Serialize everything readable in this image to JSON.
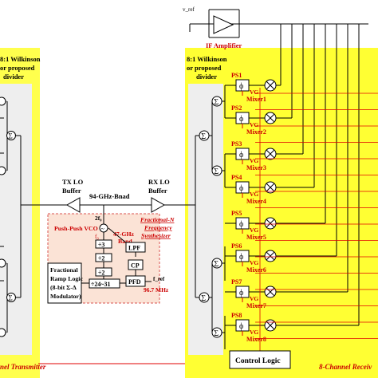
{
  "header": {
    "if_amplifier_label": "IF Amplifier",
    "vref_label": "v_ref"
  },
  "transmitter": {
    "divider_label_line1": "8:1 Wilkinson",
    "divider_label_line2": "or proposed",
    "divider_label_line3": "divider",
    "bottom_label": "nel Transmitter",
    "sum_symbol": "Σ"
  },
  "center": {
    "tx_lo_buffer_line1": "TX LO",
    "tx_lo_buffer_line2": "Buffer",
    "rx_lo_buffer_line1": "RX LO",
    "rx_lo_buffer_line2": "Buffer",
    "band_label": "94-GHz-Bnad",
    "two_f0": "2f₀",
    "f0": "f₀",
    "vco_label": "Push-Push VCO",
    "band_47": "47-GHz",
    "band_word": "Band",
    "synth_line1": "Fractional-N",
    "synth_line2": "Frequency",
    "synth_line3": "Synthesizer",
    "div3": "÷3",
    "div2a": "÷2",
    "div2b": "÷2",
    "div24": "÷24~31",
    "lpf": "LPF",
    "cp": "CP",
    "pfd": "PFD",
    "ramp_line1": "Fractional",
    "ramp_line2": "Ramp Logic",
    "ramp_line3": "(8-bit Σ-Δ",
    "ramp_line4": "Modulator)",
    "fref_label": "f_ref",
    "fref_value": "96.7 MHz"
  },
  "receiver": {
    "divider_label_line1": "8:1 Wilkinson",
    "divider_label_line2": "or proposed",
    "divider_label_line3": "divider",
    "bottom_label": "8-Channel Receiv",
    "control_logic": "Control Logic",
    "channels": [
      {
        "ps": "PS1",
        "vg": "VG",
        "mixer": "Mixer1"
      },
      {
        "ps": "PS2",
        "vg": "VG",
        "mixer": "Mixer2"
      },
      {
        "ps": "PS3",
        "vg": "VG",
        "mixer": "Mixer3"
      },
      {
        "ps": "PS4",
        "vg": "VG",
        "mixer": "Mixer4"
      },
      {
        "ps": "PS5",
        "vg": "VG",
        "mixer": "Mixer5"
      },
      {
        "ps": "PS6",
        "vg": "VG",
        "mixer": "Mixer6"
      },
      {
        "ps": "PS7",
        "vg": "VG",
        "mixer": "Mixer7"
      },
      {
        "ps": "PS8",
        "vg": "VG",
        "mixer": "Mixer8"
      }
    ],
    "phi_symbol": "ϕ"
  },
  "colors": {
    "tx_panel": "#ffff4d",
    "rx_panel": "#ffff33",
    "inner_panel": "#eeeeee",
    "synth_panel": "#fbe3d6",
    "label_red": "#cc0000",
    "line_red": "#e00000"
  }
}
